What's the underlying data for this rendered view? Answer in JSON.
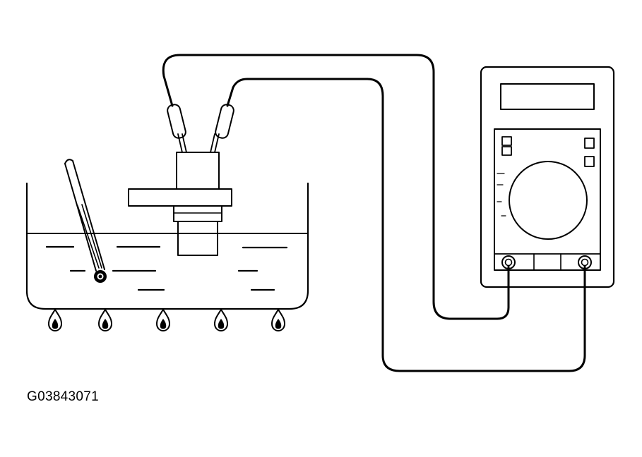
{
  "figure": {
    "id_label": "G03843071"
  },
  "colors": {
    "ink": "#000000",
    "background": "#ffffff"
  },
  "components": [
    "water-bath-container",
    "water",
    "thermometer",
    "temperature-sensor",
    "sensor-probe-leads",
    "test-wires",
    "burner-flames",
    "multimeter"
  ],
  "burner_count": 5
}
